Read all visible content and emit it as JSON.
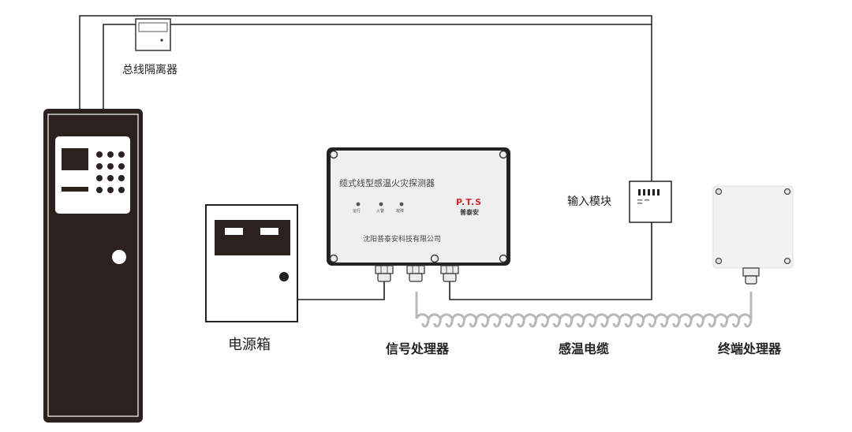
{
  "labels": {
    "bus_isolator": "总线隔离器",
    "power_box": "电源箱",
    "input_module": "输入模块",
    "signal_processor": "信号处理器",
    "sensing_cable": "感温电缆",
    "terminal_processor": "终端处理器"
  },
  "detector": {
    "title": "缆式线型感温火灾探测器",
    "leds": [
      "运行",
      "火警",
      "故障"
    ],
    "brand_logo": "P.T.S",
    "brand_name": "普泰安",
    "company": "沈阳普泰安科技有限公司"
  },
  "colors": {
    "dark_cabinet": "#2b2220",
    "line": "#1e1e1e",
    "panel": "#eeeeee",
    "cable": "#b8b8b8",
    "brand_red": "#d8262e"
  }
}
